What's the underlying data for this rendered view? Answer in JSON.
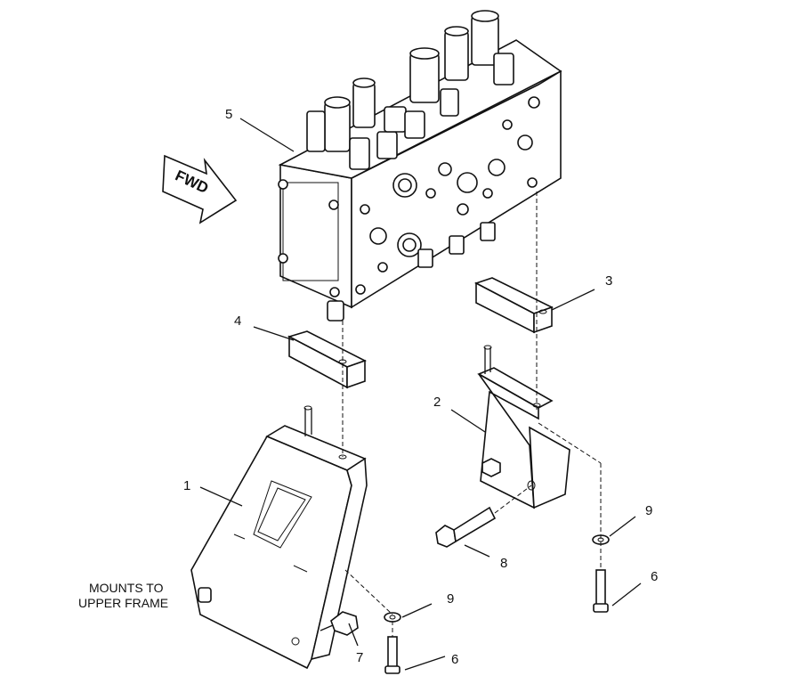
{
  "direction_arrow": {
    "label": "FWD"
  },
  "note": {
    "line1": "MOUNTS TO",
    "line2": "UPPER FRAME"
  },
  "callouts": [
    {
      "key": "c5",
      "label": "5"
    },
    {
      "key": "c3",
      "label": "3"
    },
    {
      "key": "c4",
      "label": "4"
    },
    {
      "key": "c2",
      "label": "2"
    },
    {
      "key": "c1",
      "label": "1"
    },
    {
      "key": "c9a",
      "label": "9"
    },
    {
      "key": "c9b",
      "label": "9"
    },
    {
      "key": "c8",
      "label": "8"
    },
    {
      "key": "c6a",
      "label": "6"
    },
    {
      "key": "c6b",
      "label": "6"
    },
    {
      "key": "c7",
      "label": "7"
    }
  ]
}
